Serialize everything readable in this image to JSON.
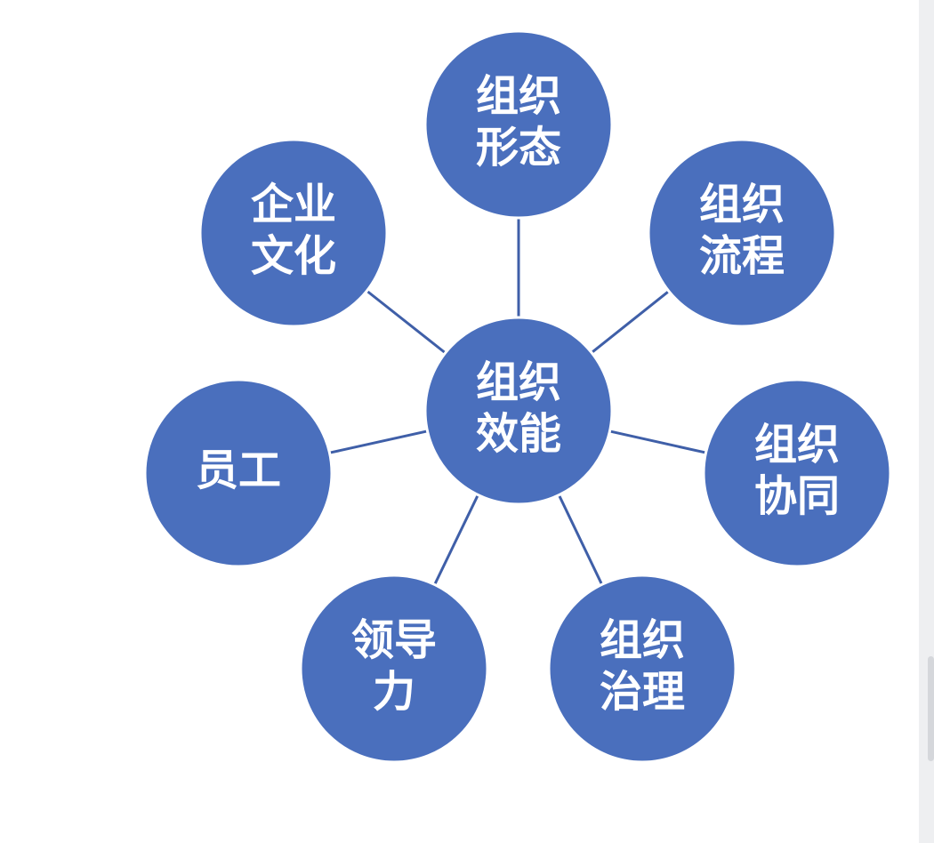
{
  "diagram": {
    "center": {
      "id": "center",
      "lines": [
        "组织",
        "效能"
      ]
    },
    "nodes": [
      {
        "id": "form",
        "lines": [
          "组织",
          "形态"
        ]
      },
      {
        "id": "process",
        "lines": [
          "组织",
          "流程"
        ]
      },
      {
        "id": "collaboration",
        "lines": [
          "组织",
          "协同"
        ]
      },
      {
        "id": "governance",
        "lines": [
          "组织",
          "治理"
        ]
      },
      {
        "id": "leadership",
        "lines": [
          "领导",
          "力"
        ]
      },
      {
        "id": "employee",
        "lines": [
          "员工"
        ]
      },
      {
        "id": "culture",
        "lines": [
          "企业",
          "文化"
        ]
      }
    ],
    "colors": {
      "node_fill": "#4a6fbd",
      "connector": "#3f5fa8",
      "text": "#ffffff"
    }
  }
}
